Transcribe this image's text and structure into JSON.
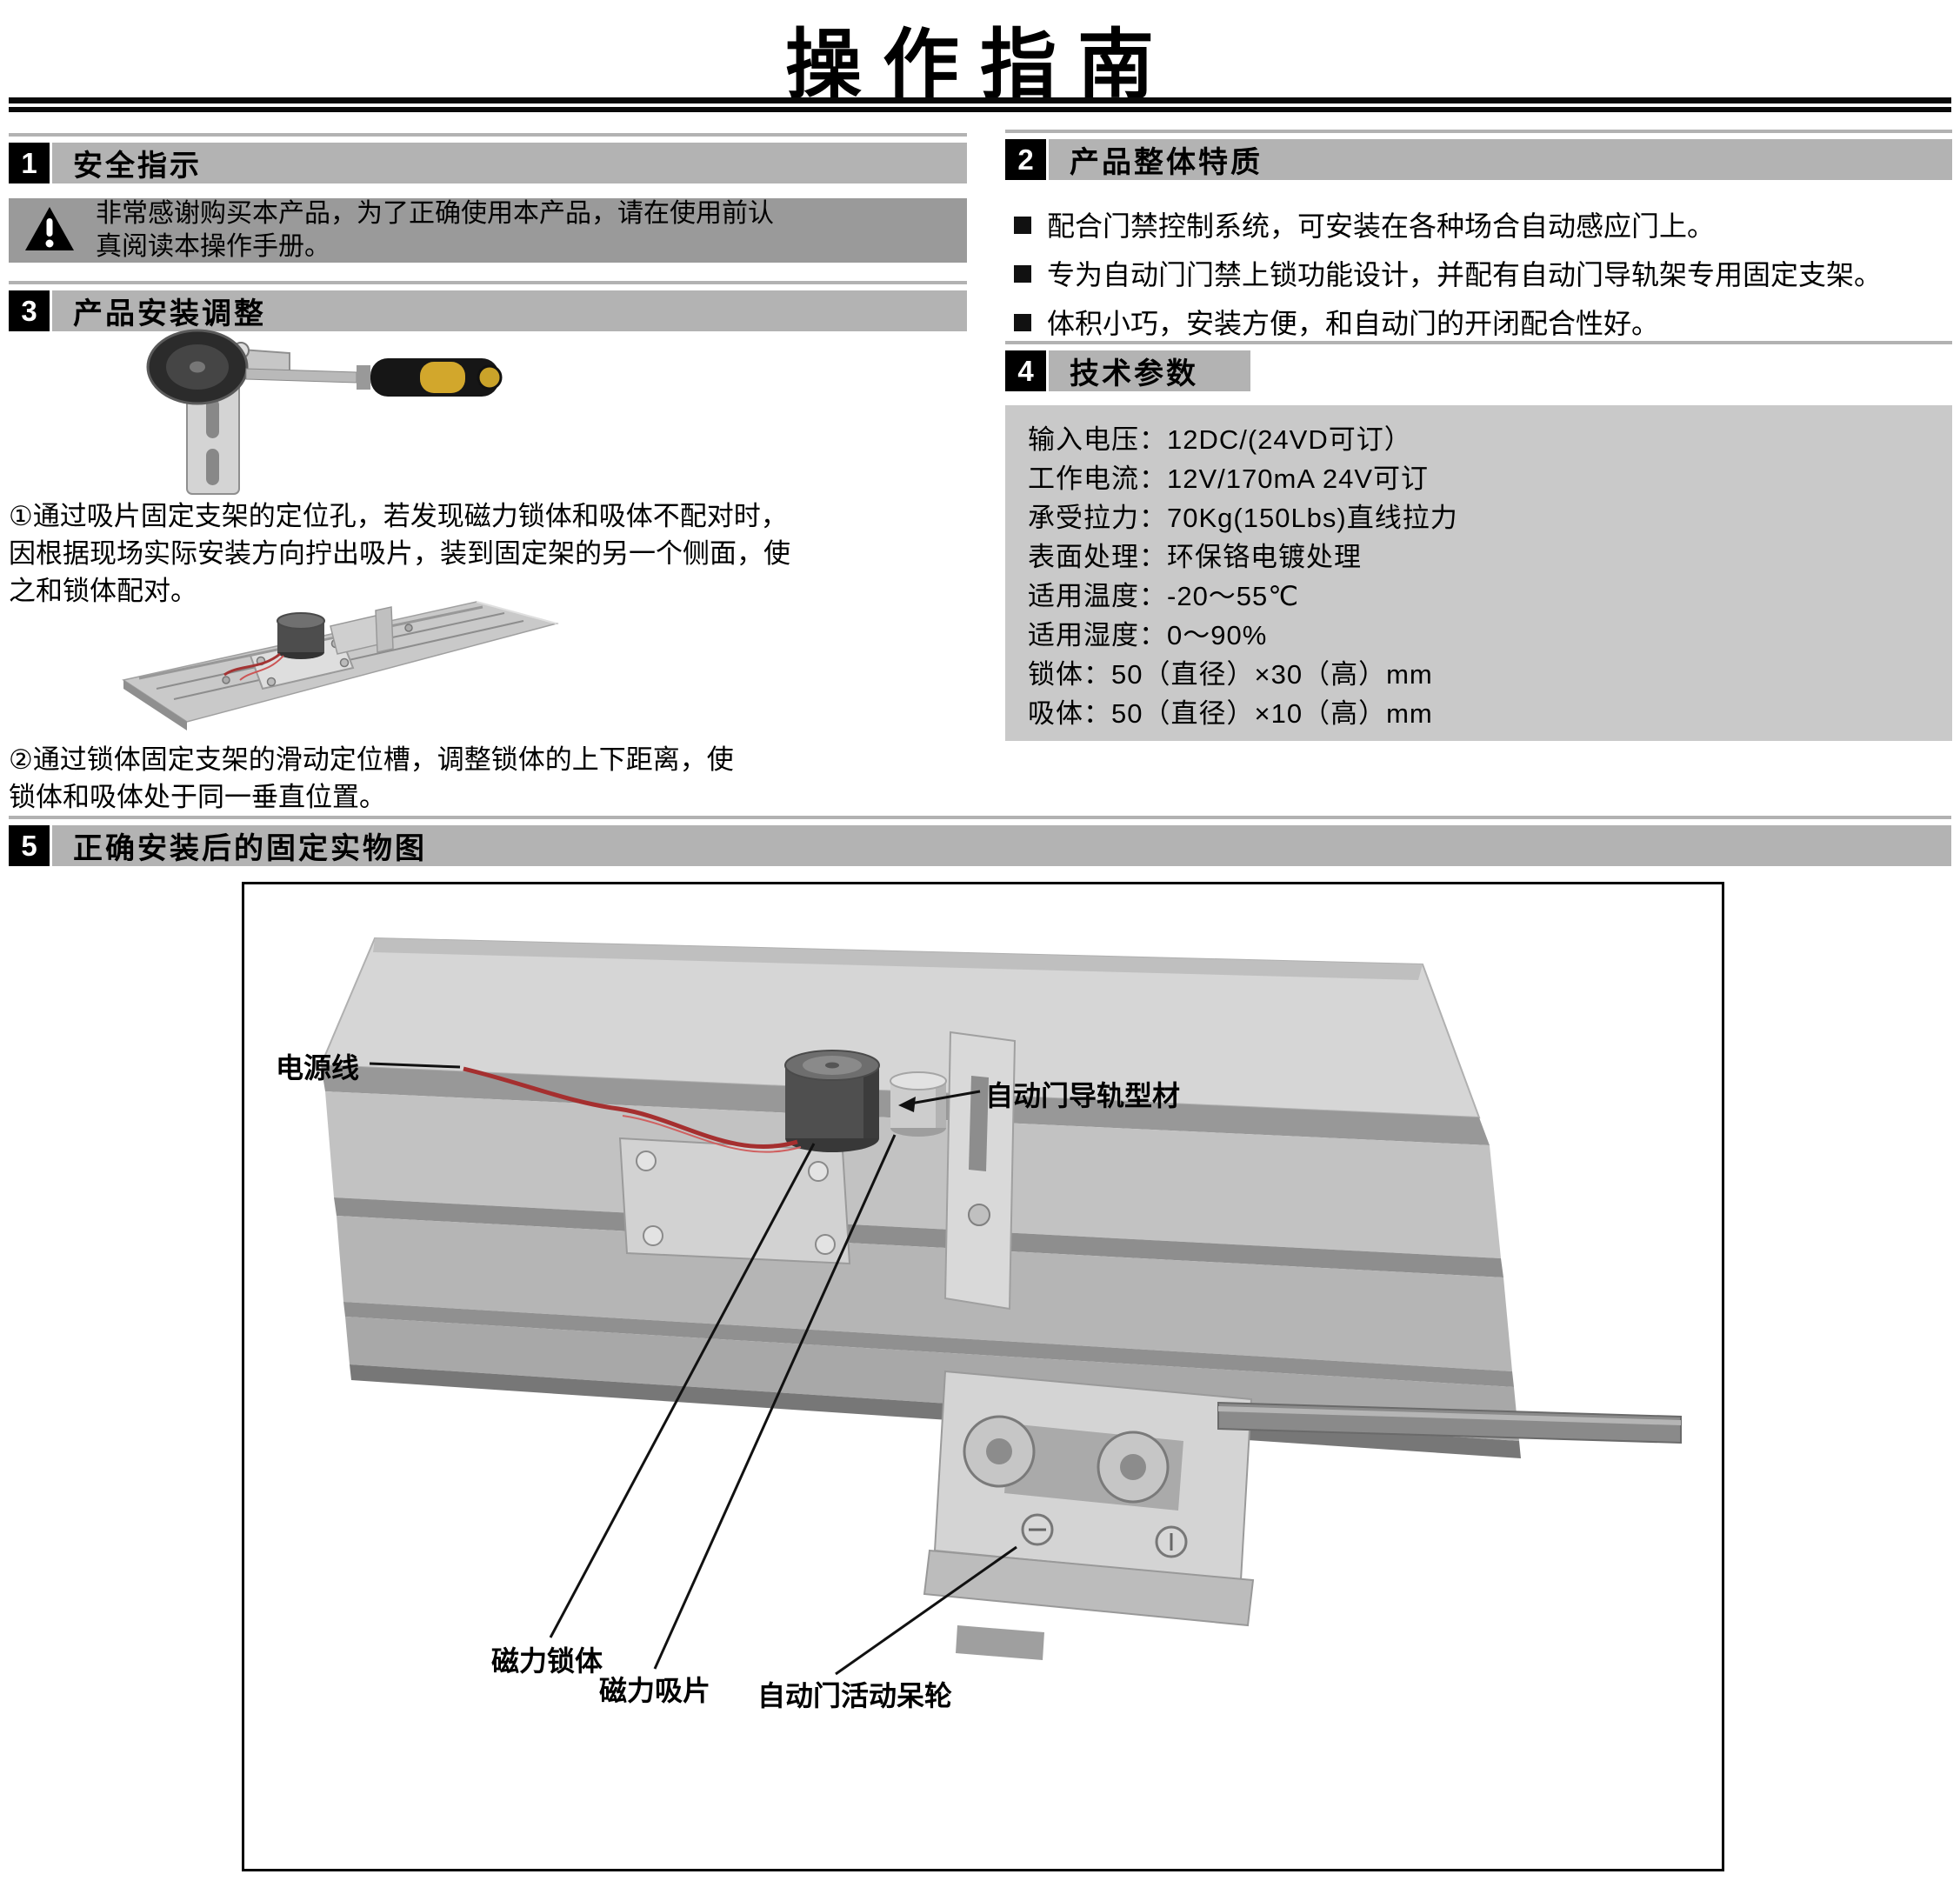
{
  "page": {
    "title": "操作指南"
  },
  "section1": {
    "num": "1",
    "title": "安全指示",
    "warning": "非常感谢购买本产品，为了正确使用本产品，请在使用前认真阅读本操作手册。"
  },
  "section2": {
    "num": "2",
    "title": "产品整体特质",
    "bullets": [
      "配合门禁控制系统，可安装在各种场合自动感应门上。",
      "专为自动门门禁上锁功能设计，并配有自动门导轨架专用固定支架。",
      "体积小巧，安装方便，和自动门的开闭配合性好。"
    ]
  },
  "section3": {
    "num": "3",
    "title": "产品安装调整",
    "step1": "①通过吸片固定支架的定位孔，若发现磁力锁体和吸体不配对时，因根据现场实际安装方向拧出吸片，装到固定架的另一个侧面，使之和锁体配对。",
    "step2": "②通过锁体固定支架的滑动定位槽，调整锁体的上下距离，使锁体和吸体处于同一垂直位置。"
  },
  "section4": {
    "num": "4",
    "title": "技术参数",
    "specs": [
      "输入电压：12DC/(24VD可订）",
      "工作电流：12V/170mA  24V可订",
      "承受拉力：70Kg(150Lbs)直线拉力",
      "表面处理：环保铬电镀处理",
      "适用温度：-20～55℃",
      "适用湿度：0～90%",
      "锁体：50（直径）×30（高）mm",
      "吸体：50（直径）×10（高）mm"
    ]
  },
  "section5": {
    "num": "5",
    "title": "正确安装后的固定实物图",
    "labels": {
      "power_cable": "电源线",
      "rail_profile": "自动门导轨型材",
      "lock_body": "磁力锁体",
      "suction_piece": "磁力吸片",
      "door_wheel": "自动门活动呆轮"
    }
  },
  "colors": {
    "header_bar": "#b3b3b3",
    "warning_bg": "#9a9a9a",
    "specs_bg": "#c9c9c9",
    "wire_red": "#a52f2f"
  }
}
